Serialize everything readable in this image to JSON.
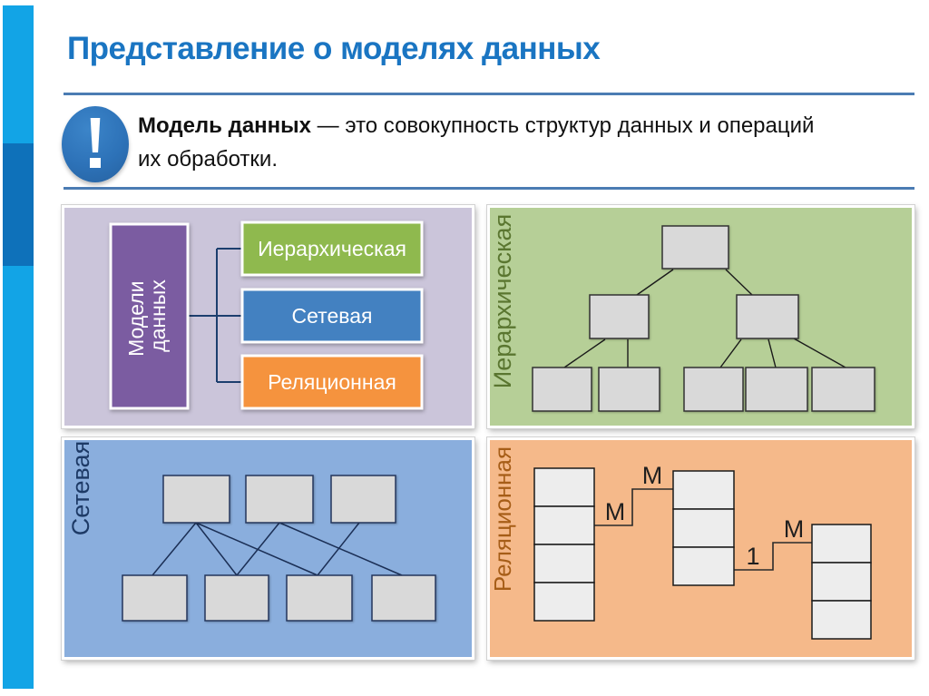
{
  "slide": {
    "title": "Представление о моделях данных",
    "definition": {
      "term": "Модель данных",
      "text": " — это совокупность структур данных и операций\nих обработки."
    },
    "models_panel": {
      "root_line1": "Модели",
      "root_line2": "данных",
      "items": [
        {
          "label": "Иерархическая",
          "color": "#8fb94e"
        },
        {
          "label": "Сетевая",
          "color": "#4381c1"
        },
        {
          "label": "Реляционная",
          "color": "#f5933e"
        }
      ]
    },
    "hierarchical_panel": {
      "label": "Иерархическая"
    },
    "network_panel": {
      "label": "Сетевая"
    },
    "relational_panel": {
      "label": "Реляционная",
      "m_left": "М",
      "m_middle": "М",
      "one": "1",
      "m_right": "М"
    },
    "colors": {
      "title_blue": "#1a75c2",
      "rule_blue": "#4b7cb3",
      "strip_light_blue": "#12a4e6",
      "strip_dark_blue": "#0e71ba",
      "icon_blue": "#2d72b8",
      "models_bg": "#cbc5da",
      "models_root_purple": "#7b5ca1",
      "hierarchical_bg": "#b6cf97",
      "hierarchical_label": "#5a7630",
      "network_bg": "#8aaedd",
      "network_label": "#1d3a66",
      "relational_bg": "#f5b98a",
      "relational_label": "#a65d17",
      "diagram_box_gray": "#d9d9d9"
    }
  }
}
